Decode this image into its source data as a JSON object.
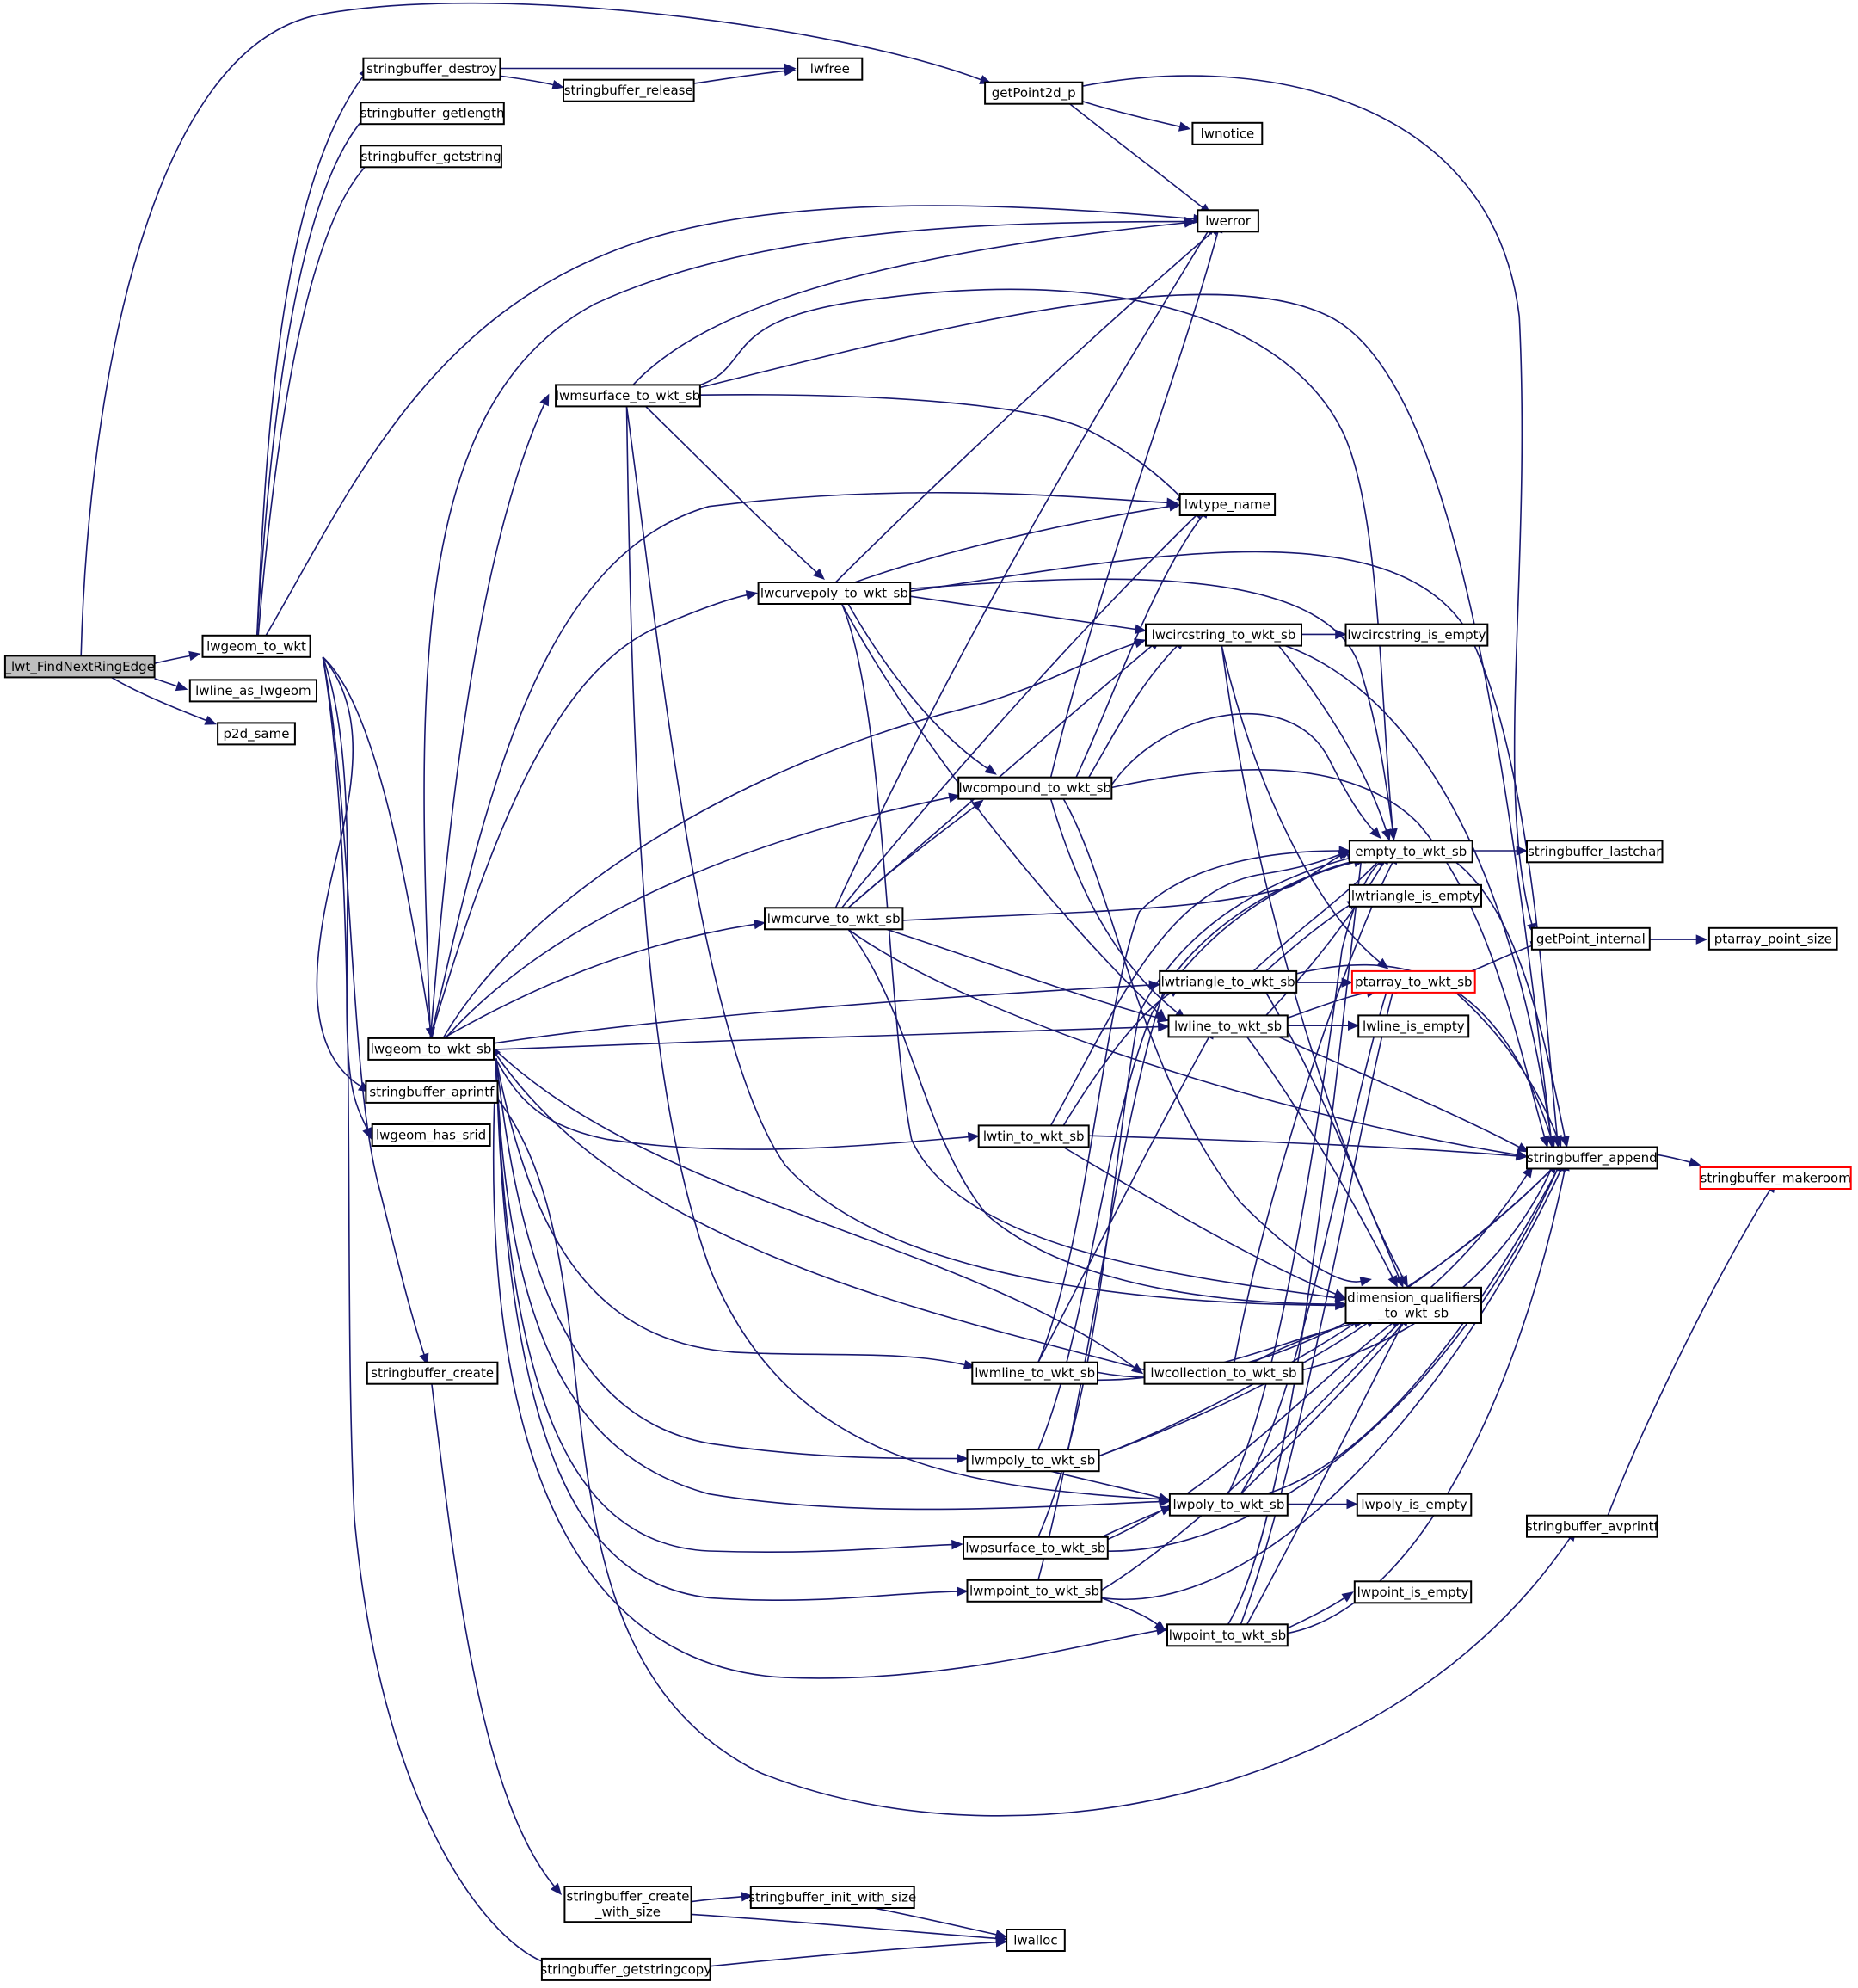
{
  "diagram": {
    "edge_color": "#191970",
    "truncated_border_color": "#ff0000",
    "root_fill": "#bfbfbf",
    "nodes": [
      {
        "id": "root",
        "label": "_lwt_FindNextRingEdge",
        "root": true
      },
      {
        "id": "lwgeom_to_wkt",
        "label": "lwgeom_to_wkt"
      },
      {
        "id": "lwline_as_lwgeom",
        "label": "lwline_as_lwgeom"
      },
      {
        "id": "p2d_same",
        "label": "p2d_same"
      },
      {
        "id": "getPoint2d_p",
        "label": "getPoint2d_p"
      },
      {
        "id": "sb_destroy",
        "label": "stringbuffer_destroy"
      },
      {
        "id": "sb_getlength",
        "label": "stringbuffer_getlength"
      },
      {
        "id": "sb_getstring",
        "label": "stringbuffer_getstring"
      },
      {
        "id": "lwgeom_to_wkt_sb",
        "label": "lwgeom_to_wkt_sb"
      },
      {
        "id": "sb_aprintf",
        "label": "stringbuffer_aprintf"
      },
      {
        "id": "lwgeom_has_srid",
        "label": "lwgeom_has_srid"
      },
      {
        "id": "sb_create",
        "label": "stringbuffer_create"
      },
      {
        "id": "sb_create_ws",
        "label": "stringbuffer_create\n_with_size"
      },
      {
        "id": "sb_getstringcopy",
        "label": "stringbuffer_getstringcopy"
      },
      {
        "id": "sb_release",
        "label": "stringbuffer_release"
      },
      {
        "id": "lwfree",
        "label": "lwfree"
      },
      {
        "id": "lwnotice",
        "label": "lwnotice"
      },
      {
        "id": "lwerror",
        "label": "lwerror"
      },
      {
        "id": "lwmsurface",
        "label": "lwmsurface_to_wkt_sb"
      },
      {
        "id": "lwtype_name",
        "label": "lwtype_name"
      },
      {
        "id": "lwcurvepoly",
        "label": "lwcurvepoly_to_wkt_sb"
      },
      {
        "id": "lwcircstring",
        "label": "lwcircstring_to_wkt_sb"
      },
      {
        "id": "lwcircstring_empty",
        "label": "lwcircstring_is_empty"
      },
      {
        "id": "lwcompound",
        "label": "lwcompound_to_wkt_sb"
      },
      {
        "id": "empty_to_wkt_sb",
        "label": "empty_to_wkt_sb"
      },
      {
        "id": "sb_lastchar",
        "label": "stringbuffer_lastchar"
      },
      {
        "id": "lwtriangle_empty",
        "label": "lwtriangle_is_empty"
      },
      {
        "id": "lwmcurve",
        "label": "lwmcurve_to_wkt_sb"
      },
      {
        "id": "getPoint_internal",
        "label": "getPoint_internal"
      },
      {
        "id": "ptarray_point_size",
        "label": "ptarray_point_size"
      },
      {
        "id": "lwtriangle",
        "label": "lwtriangle_to_wkt_sb"
      },
      {
        "id": "ptarray_to_wkt_sb",
        "label": "ptarray_to_wkt_sb",
        "truncated": true
      },
      {
        "id": "lwline_to_wkt_sb",
        "label": "lwline_to_wkt_sb"
      },
      {
        "id": "lwline_empty",
        "label": "lwline_is_empty"
      },
      {
        "id": "lwtin",
        "label": "lwtin_to_wkt_sb"
      },
      {
        "id": "sb_append",
        "label": "stringbuffer_append"
      },
      {
        "id": "sb_makeroom",
        "label": "stringbuffer_makeroom",
        "truncated": true
      },
      {
        "id": "dimqual",
        "label": "dimension_qualifiers\n_to_wkt_sb"
      },
      {
        "id": "lwmline",
        "label": "lwmline_to_wkt_sb"
      },
      {
        "id": "lwcollection",
        "label": "lwcollection_to_wkt_sb"
      },
      {
        "id": "lwmpoly",
        "label": "lwmpoly_to_wkt_sb"
      },
      {
        "id": "lwpoly",
        "label": "lwpoly_to_wkt_sb"
      },
      {
        "id": "lwpoly_empty",
        "label": "lwpoly_is_empty"
      },
      {
        "id": "sb_avprintf",
        "label": "stringbuffer_avprintf"
      },
      {
        "id": "lwpsurface",
        "label": "lwpsurface_to_wkt_sb"
      },
      {
        "id": "lwmpoint",
        "label": "lwmpoint_to_wkt_sb"
      },
      {
        "id": "lwpoint_empty",
        "label": "lwpoint_is_empty"
      },
      {
        "id": "lwpoint",
        "label": "lwpoint_to_wkt_sb"
      },
      {
        "id": "sb_init_ws",
        "label": "stringbuffer_init_with_size"
      },
      {
        "id": "lwalloc",
        "label": "lwalloc"
      }
    ],
    "edges": [
      [
        "root",
        "lwgeom_to_wkt"
      ],
      [
        "root",
        "lwline_as_lwgeom"
      ],
      [
        "root",
        "p2d_same"
      ],
      [
        "root",
        "getPoint2d_p"
      ],
      [
        "lwgeom_to_wkt",
        "sb_destroy"
      ],
      [
        "lwgeom_to_wkt",
        "sb_getlength"
      ],
      [
        "lwgeom_to_wkt",
        "sb_getstring"
      ],
      [
        "lwgeom_to_wkt",
        "lwerror"
      ],
      [
        "lwgeom_to_wkt",
        "lwgeom_to_wkt_sb"
      ],
      [
        "lwgeom_to_wkt",
        "sb_aprintf"
      ],
      [
        "lwgeom_to_wkt",
        "lwgeom_has_srid"
      ],
      [
        "lwgeom_to_wkt",
        "sb_create"
      ],
      [
        "lwgeom_to_wkt",
        "sb_getstringcopy"
      ],
      [
        "sb_destroy",
        "sb_release"
      ],
      [
        "sb_destroy",
        "lwfree"
      ],
      [
        "sb_release",
        "lwfree"
      ],
      [
        "getPoint2d_p",
        "lwnotice"
      ],
      [
        "getPoint2d_p",
        "lwerror"
      ],
      [
        "getPoint2d_p",
        "getPoint_internal"
      ],
      [
        "getPoint_internal",
        "ptarray_point_size"
      ],
      [
        "lwgeom_to_wkt_sb",
        "lwmsurface"
      ],
      [
        "lwgeom_to_wkt_sb",
        "lwerror"
      ],
      [
        "lwgeom_to_wkt_sb",
        "lwtype_name"
      ],
      [
        "lwgeom_to_wkt_sb",
        "lwcurvepoly"
      ],
      [
        "lwgeom_to_wkt_sb",
        "lwcircstring"
      ],
      [
        "lwgeom_to_wkt_sb",
        "lwcompound"
      ],
      [
        "lwgeom_to_wkt_sb",
        "lwmcurve"
      ],
      [
        "lwgeom_to_wkt_sb",
        "lwtriangle"
      ],
      [
        "lwgeom_to_wkt_sb",
        "lwline_to_wkt_sb"
      ],
      [
        "lwgeom_to_wkt_sb",
        "lwtin"
      ],
      [
        "lwgeom_to_wkt_sb",
        "lwmline"
      ],
      [
        "lwgeom_to_wkt_sb",
        "lwcollection"
      ],
      [
        "lwgeom_to_wkt_sb",
        "lwmpoly"
      ],
      [
        "lwgeom_to_wkt_sb",
        "lwpoly"
      ],
      [
        "lwgeom_to_wkt_sb",
        "lwpsurface"
      ],
      [
        "lwgeom_to_wkt_sb",
        "lwmpoint"
      ],
      [
        "lwgeom_to_wkt_sb",
        "lwpoint"
      ],
      [
        "lwmsurface",
        "lwerror"
      ],
      [
        "lwmsurface",
        "lwtype_name"
      ],
      [
        "lwmsurface",
        "lwcurvepoly"
      ],
      [
        "lwmsurface",
        "empty_to_wkt_sb"
      ],
      [
        "lwmsurface",
        "sb_append"
      ],
      [
        "lwmsurface",
        "dimqual"
      ],
      [
        "lwmsurface",
        "lwpoly"
      ],
      [
        "lwcurvepoly",
        "lwerror"
      ],
      [
        "lwcurvepoly",
        "lwtype_name"
      ],
      [
        "lwcurvepoly",
        "lwcircstring"
      ],
      [
        "lwcurvepoly",
        "lwcompound"
      ],
      [
        "lwcurvepoly",
        "empty_to_wkt_sb"
      ],
      [
        "lwcurvepoly",
        "lwline_to_wkt_sb"
      ],
      [
        "lwcurvepoly",
        "sb_append"
      ],
      [
        "lwcurvepoly",
        "dimqual"
      ],
      [
        "lwcircstring",
        "lwcircstring_empty"
      ],
      [
        "lwcircstring",
        "empty_to_wkt_sb"
      ],
      [
        "lwcircstring",
        "ptarray_to_wkt_sb"
      ],
      [
        "lwcircstring",
        "sb_append"
      ],
      [
        "lwcircstring",
        "dimqual"
      ],
      [
        "lwcompound",
        "lwerror"
      ],
      [
        "lwcompound",
        "lwtype_name"
      ],
      [
        "lwcompound",
        "lwcircstring"
      ],
      [
        "lwcompound",
        "empty_to_wkt_sb"
      ],
      [
        "lwcompound",
        "lwline_to_wkt_sb"
      ],
      [
        "lwcompound",
        "sb_append"
      ],
      [
        "lwcompound",
        "dimqual"
      ],
      [
        "lwmcurve",
        "lwerror"
      ],
      [
        "lwmcurve",
        "lwtype_name"
      ],
      [
        "lwmcurve",
        "lwcircstring"
      ],
      [
        "lwmcurve",
        "lwcompound"
      ],
      [
        "lwmcurve",
        "empty_to_wkt_sb"
      ],
      [
        "lwmcurve",
        "lwline_to_wkt_sb"
      ],
      [
        "lwmcurve",
        "sb_append"
      ],
      [
        "lwmcurve",
        "dimqual"
      ],
      [
        "empty_to_wkt_sb",
        "sb_lastchar"
      ],
      [
        "empty_to_wkt_sb",
        "sb_append"
      ],
      [
        "lwtriangle",
        "lwtriangle_empty"
      ],
      [
        "lwtriangle",
        "empty_to_wkt_sb"
      ],
      [
        "lwtriangle",
        "ptarray_to_wkt_sb"
      ],
      [
        "lwtriangle",
        "sb_append"
      ],
      [
        "lwtriangle",
        "dimqual"
      ],
      [
        "lwline_to_wkt_sb",
        "lwline_empty"
      ],
      [
        "lwline_to_wkt_sb",
        "empty_to_wkt_sb"
      ],
      [
        "lwline_to_wkt_sb",
        "ptarray_to_wkt_sb"
      ],
      [
        "lwline_to_wkt_sb",
        "sb_append"
      ],
      [
        "lwline_to_wkt_sb",
        "dimqual"
      ],
      [
        "ptarray_to_wkt_sb",
        "getPoint_internal"
      ],
      [
        "ptarray_to_wkt_sb",
        "sb_append"
      ],
      [
        "lwtin",
        "lwtriangle"
      ],
      [
        "lwtin",
        "empty_to_wkt_sb"
      ],
      [
        "lwtin",
        "sb_append"
      ],
      [
        "lwtin",
        "dimqual"
      ],
      [
        "sb_append",
        "sb_makeroom"
      ],
      [
        "dimqual",
        "sb_append"
      ],
      [
        "lwmline",
        "lwline_to_wkt_sb"
      ],
      [
        "lwmline",
        "empty_to_wkt_sb"
      ],
      [
        "lwmline",
        "sb_append"
      ],
      [
        "lwmline",
        "dimqual"
      ],
      [
        "lwcollection",
        "lwgeom_to_wkt_sb"
      ],
      [
        "lwcollection",
        "empty_to_wkt_sb"
      ],
      [
        "lwcollection",
        "sb_append"
      ],
      [
        "lwcollection",
        "dimqual"
      ],
      [
        "lwmpoly",
        "lwpoly"
      ],
      [
        "lwmpoly",
        "empty_to_wkt_sb"
      ],
      [
        "lwmpoly",
        "sb_append"
      ],
      [
        "lwmpoly",
        "dimqual"
      ],
      [
        "lwpoly",
        "lwpoly_empty"
      ],
      [
        "lwpoly",
        "empty_to_wkt_sb"
      ],
      [
        "lwpoly",
        "ptarray_to_wkt_sb"
      ],
      [
        "lwpoly",
        "sb_append"
      ],
      [
        "lwpoly",
        "dimqual"
      ],
      [
        "lwpsurface",
        "lwpoly"
      ],
      [
        "lwpsurface",
        "empty_to_wkt_sb"
      ],
      [
        "lwpsurface",
        "sb_append"
      ],
      [
        "lwpsurface",
        "dimqual"
      ],
      [
        "lwmpoint",
        "lwpoint"
      ],
      [
        "lwmpoint",
        "empty_to_wkt_sb"
      ],
      [
        "lwmpoint",
        "sb_append"
      ],
      [
        "lwmpoint",
        "dimqual"
      ],
      [
        "lwpoint",
        "lwpoint_empty"
      ],
      [
        "lwpoint",
        "empty_to_wkt_sb"
      ],
      [
        "lwpoint",
        "ptarray_to_wkt_sb"
      ],
      [
        "lwpoint",
        "sb_append"
      ],
      [
        "lwpoint",
        "dimqual"
      ],
      [
        "sb_aprintf",
        "sb_avprintf"
      ],
      [
        "sb_avprintf",
        "sb_makeroom"
      ],
      [
        "sb_create",
        "sb_create_ws"
      ],
      [
        "sb_create_ws",
        "sb_init_ws"
      ],
      [
        "sb_create_ws",
        "lwalloc"
      ],
      [
        "sb_init_ws",
        "lwalloc"
      ],
      [
        "sb_getstringcopy",
        "lwalloc"
      ]
    ]
  }
}
